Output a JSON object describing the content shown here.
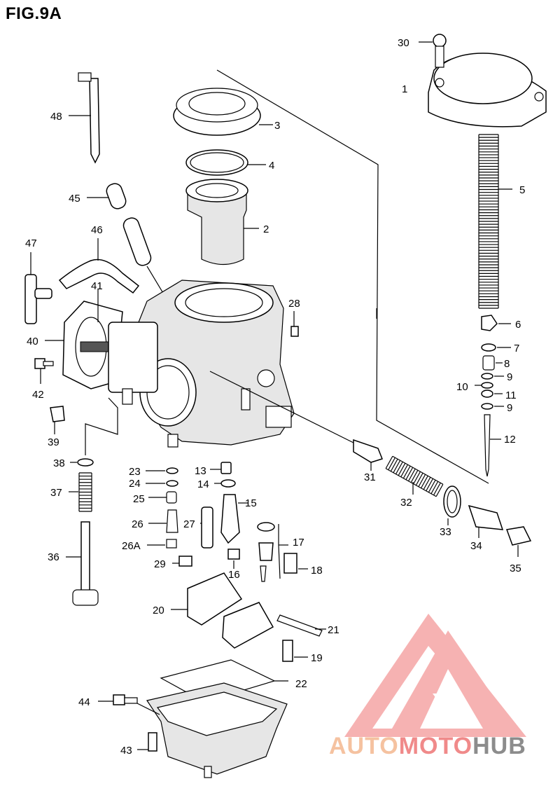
{
  "figure": {
    "title": "FIG.9A"
  },
  "labels": [
    {
      "id": "30",
      "text": "30"
    },
    {
      "id": "1",
      "text": "1"
    },
    {
      "id": "48",
      "text": "48"
    },
    {
      "id": "3",
      "text": "3"
    },
    {
      "id": "4",
      "text": "4"
    },
    {
      "id": "5",
      "text": "5"
    },
    {
      "id": "45",
      "text": "45"
    },
    {
      "id": "2",
      "text": "2"
    },
    {
      "id": "46",
      "text": "46"
    },
    {
      "id": "47",
      "text": "47"
    },
    {
      "id": "41",
      "text": "41"
    },
    {
      "id": "28",
      "text": "28"
    },
    {
      "id": "6",
      "text": "6"
    },
    {
      "id": "40",
      "text": "40"
    },
    {
      "id": "7",
      "text": "7"
    },
    {
      "id": "8",
      "text": "8"
    },
    {
      "id": "42",
      "text": "42"
    },
    {
      "id": "9a",
      "text": "9"
    },
    {
      "id": "10",
      "text": "10"
    },
    {
      "id": "11",
      "text": "11"
    },
    {
      "id": "9b",
      "text": "9"
    },
    {
      "id": "39",
      "text": "39"
    },
    {
      "id": "12",
      "text": "12"
    },
    {
      "id": "38",
      "text": "38"
    },
    {
      "id": "23",
      "text": "23"
    },
    {
      "id": "13",
      "text": "13"
    },
    {
      "id": "31",
      "text": "31"
    },
    {
      "id": "24",
      "text": "24"
    },
    {
      "id": "14",
      "text": "14"
    },
    {
      "id": "37",
      "text": "37"
    },
    {
      "id": "25",
      "text": "25"
    },
    {
      "id": "15",
      "text": "15"
    },
    {
      "id": "32",
      "text": "32"
    },
    {
      "id": "26",
      "text": "26"
    },
    {
      "id": "27",
      "text": "27"
    },
    {
      "id": "33",
      "text": "33"
    },
    {
      "id": "34",
      "text": "34"
    },
    {
      "id": "17",
      "text": "17"
    },
    {
      "id": "26A",
      "text": "26A"
    },
    {
      "id": "36",
      "text": "36"
    },
    {
      "id": "29",
      "text": "29"
    },
    {
      "id": "18",
      "text": "18"
    },
    {
      "id": "35",
      "text": "35"
    },
    {
      "id": "16",
      "text": "16"
    },
    {
      "id": "20",
      "text": "20"
    },
    {
      "id": "21",
      "text": "21"
    },
    {
      "id": "19",
      "text": "19"
    },
    {
      "id": "22",
      "text": "22"
    },
    {
      "id": "44",
      "text": "44"
    },
    {
      "id": "43",
      "text": "43"
    }
  ],
  "watermark": {
    "part1": "AUTO",
    "part2": "MOTO",
    "part3": "HUB"
  },
  "colors": {
    "watermark_red": "#f08a8a",
    "watermark_orange": "#f5c2a0",
    "watermark_gray": "#8c8c8c"
  }
}
